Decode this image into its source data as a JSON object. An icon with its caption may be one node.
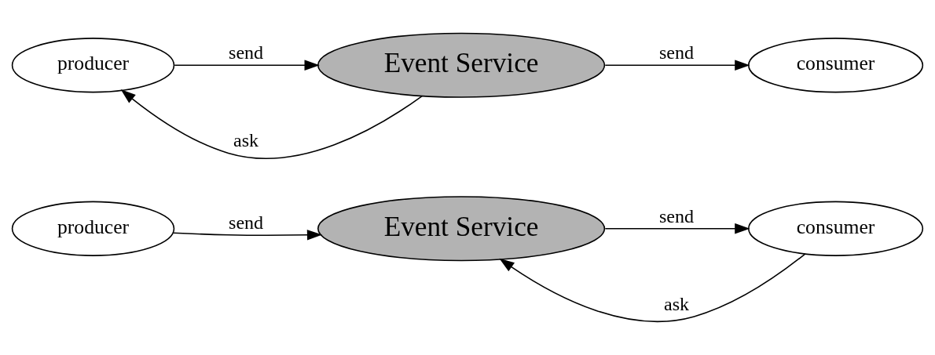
{
  "diagram": {
    "nodes": [
      {
        "text": [
          "producer"
        ]
      },
      {
        "text": [
          "Event Service"
        ]
      },
      {
        "text": [
          "consumer"
        ]
      },
      {
        "text": [
          "producer"
        ]
      },
      {
        "text": [
          "Event Service"
        ]
      },
      {
        "text": [
          "consumer"
        ]
      }
    ],
    "edges": [
      {
        "from": 0,
        "to": 1,
        "arrow": "to",
        "label": "send"
      },
      {
        "from": 2,
        "to": 1,
        "arrow": "to",
        "label": "ask"
      },
      {
        "from": 1,
        "to": 2,
        "arrow": "to",
        "label": "send"
      },
      {
        "from": 4,
        "to": 3,
        "arrow": "to",
        "label": "ask"
      },
      {
        "from": 3,
        "to": 4,
        "arrow": "to",
        "label": "send"
      },
      {
        "from": 4,
        "to": 5,
        "arrow": "to",
        "label": "send"
      }
    ]
  }
}
